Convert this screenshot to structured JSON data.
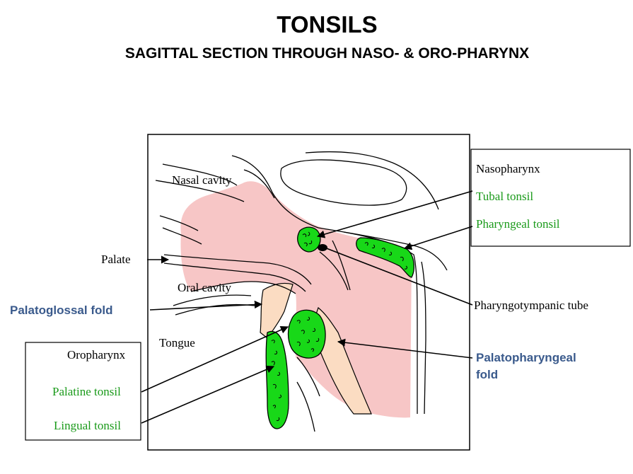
{
  "title": "TONSILS",
  "subtitle": "SAGITTAL SECTION THROUGH NASO- & ORO-PHARYNX",
  "colors": {
    "tissue_pink": "#f7c6c6",
    "fold_beige": "#fbdcc2",
    "tonsil_green": "#18d818",
    "label_green": "#1a9a1a",
    "label_blue": "#3a5a8c"
  },
  "labels": {
    "nasal_cavity": "Nasal cavity",
    "oral_cavity": "Oral cavity",
    "tongue": "Tongue",
    "palate": "Palate",
    "palatoglossal_fold": "Palatoglossal fold",
    "pharyngotympanic_tube": "Pharyngotympanic tube",
    "palatopharyngeal_fold_line1": "Palatopharyngeal",
    "palatopharyngeal_fold_line2": "fold"
  },
  "nasopharynx_box": {
    "heading": "Nasopharynx",
    "items": [
      "Tubal tonsil",
      "Pharyngeal tonsil"
    ]
  },
  "oropharynx_box": {
    "heading": "Oropharynx",
    "items": [
      "Palatine tonsil",
      "Lingual tonsil"
    ]
  }
}
